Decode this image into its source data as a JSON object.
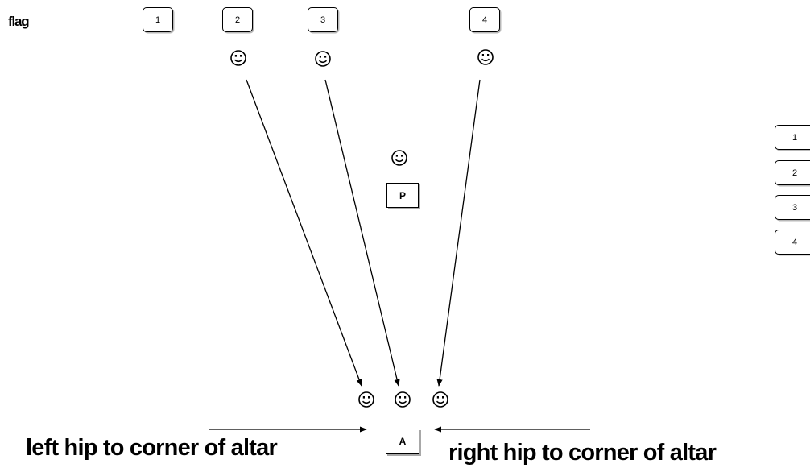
{
  "flag_label": "flag",
  "top_row_boxes": [
    "1",
    "2",
    "3",
    "4"
  ],
  "side_column_boxes": [
    "1",
    "2",
    "3",
    "4"
  ],
  "priest_box": "P",
  "altar_box": "A",
  "left_caption": "left hip to corner of altar",
  "right_caption": "right hip to corner of altar",
  "smiley_icon": "smiley-face-icon"
}
